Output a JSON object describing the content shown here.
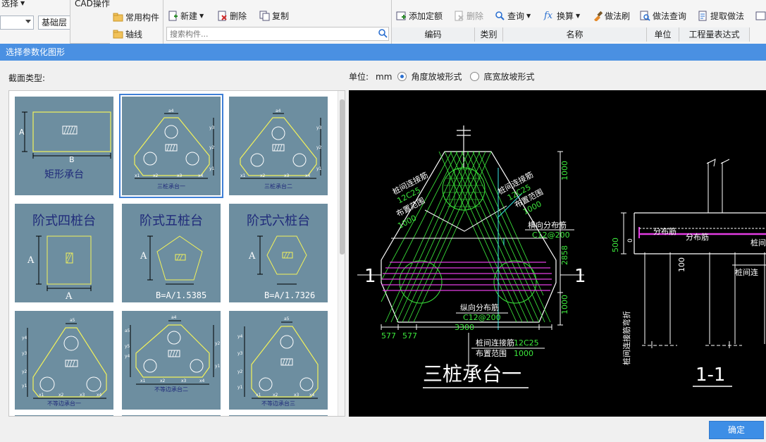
{
  "app": {
    "col1": {
      "top_label": "选择",
      "combo_value": "",
      "combo2_value": "基础层"
    },
    "col2": {
      "top_label": "CAD操作"
    },
    "nav": {
      "items": [
        "常用构件",
        "轴线"
      ]
    },
    "component_toolbar": {
      "new_label": "新建",
      "delete_label": "删除",
      "copy_label": "复制",
      "search_placeholder": "搜索构件..."
    },
    "quota_toolbar": {
      "add_label": "添加定额",
      "delete_label": "删除",
      "query_label": "查询",
      "convert_label": "换算",
      "apply_label": "做法刷",
      "method_query_label": "做法查询",
      "extract_label": "提取做法"
    },
    "table_headers": [
      "编码",
      "类别",
      "名称",
      "单位",
      "工程量表达式"
    ]
  },
  "dialog": {
    "title": "选择参数化图形",
    "section_type_label": "截面类型:",
    "unit_label": "单位:",
    "unit_value": "mm",
    "slope_options": [
      {
        "label": "角度放坡形式",
        "selected": true
      },
      {
        "label": "底宽放坡形式",
        "selected": false
      }
    ],
    "ok_label": "确定"
  },
  "thumbnails": [
    {
      "label": "矩形承台",
      "dims": [
        "A",
        "B"
      ]
    },
    {
      "label": "三桩承台一",
      "selected": true,
      "dims": [
        "a4",
        "y3",
        "y2",
        "y1",
        "x1",
        "x2",
        "x3",
        "x4"
      ]
    },
    {
      "label": "三桩承台二",
      "dims": [
        "a4",
        "y3",
        "y2",
        "y1",
        "x1",
        "x2",
        "x3",
        "x4"
      ]
    },
    {
      "label": "阶式四桩台",
      "dims": [
        "A",
        "A"
      ]
    },
    {
      "label": "阶式五桩台",
      "dims": [
        "A",
        "B=A/1.5385"
      ]
    },
    {
      "label": "阶式六桩台",
      "dims": [
        "A",
        "B=A/1.7326"
      ]
    },
    {
      "label": "不等边承台一",
      "dims": [
        "a5",
        "y4",
        "y3",
        "y2",
        "y1",
        "x1",
        "x2",
        "x3",
        "x4"
      ]
    },
    {
      "label": "不等边承台二",
      "dims": [
        "a4",
        "a5",
        "y5",
        "y4",
        "y2",
        "y1",
        "x1",
        "x2",
        "x3",
        "x4"
      ]
    },
    {
      "label": "不等边承台三",
      "dims": [
        "a5",
        "y4",
        "y3",
        "y2",
        "y1",
        "x1",
        "x2",
        "x3",
        "x4"
      ]
    }
  ],
  "preview": {
    "main_title": "三桩承台一",
    "section_mark": "1",
    "section_title": "1-1",
    "labels": {
      "pile_conn_left": "桩间连接筋",
      "pile_conn_left_spec": "12C25",
      "layout_range_left": "布置范围",
      "layout_range_left_val": "1000",
      "pile_conn_right": "桩间连接筋",
      "pile_conn_right_spec": "12C25",
      "layout_range_right": "布置范围",
      "layout_range_right_val": "1000",
      "transverse_dist": "横向分布筋",
      "transverse_spec": "C12@200",
      "longitudinal_dist": "纵向分布筋",
      "longitudinal_spec": "C12@200",
      "bottom_conn": "桩间连接筋",
      "bottom_conn_spec": "12C25",
      "bottom_range": "布置范围",
      "bottom_range_val": "1000",
      "dist_bar_1": "分布筋",
      "dist_bar_2": "分布筋",
      "section_pile_conn": "桩间连",
      "section_pile_conn2": "桩间连",
      "section_vertical": "桩间连接筋弯折"
    },
    "dims": {
      "top": "1000",
      "mid": "2858",
      "bottom": "1000",
      "width": "3300",
      "small_left": "577",
      "small_right": "577",
      "section_h": "500",
      "section_zero": "0",
      "section_100": "100"
    }
  }
}
